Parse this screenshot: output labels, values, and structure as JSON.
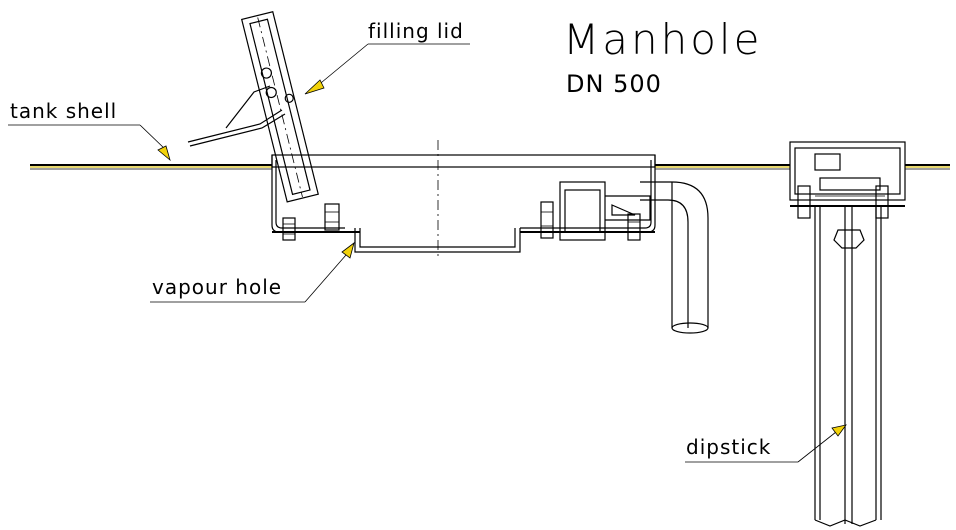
{
  "title": "Manhole",
  "subtitle": "DN 500",
  "labels": {
    "filling_lid": "filling lid",
    "tank_shell": "tank shell",
    "vapour_hole": "vapour hole",
    "dipstick": "dipstick"
  },
  "colors": {
    "line": "#000000",
    "shell_highlight": "#d9c21a",
    "leader_arrow": "#f2d20a",
    "background": "#ffffff"
  }
}
